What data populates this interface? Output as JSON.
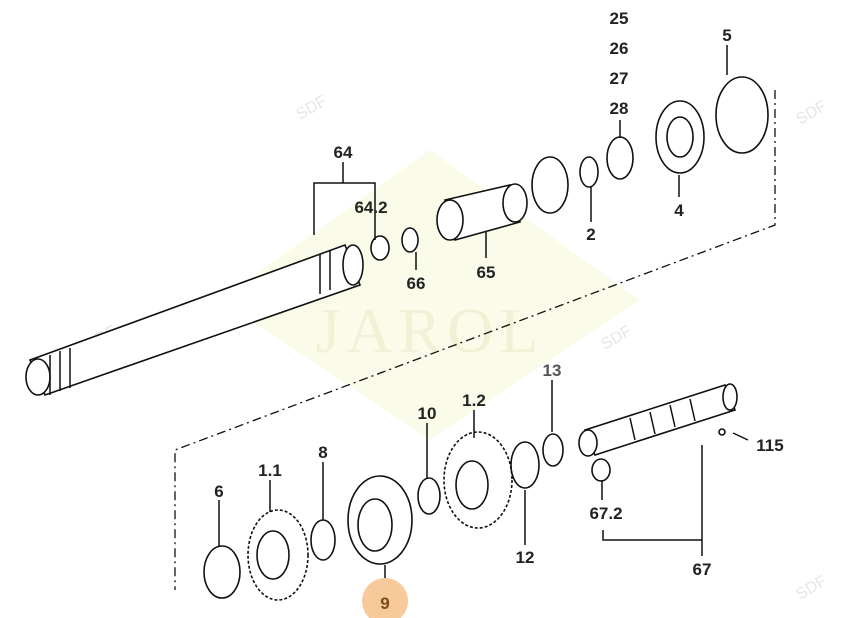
{
  "watermark": {
    "text": "JAROL",
    "logo_text": "SDF"
  },
  "labels": {
    "l25": "25",
    "l26": "26",
    "l27": "27",
    "l28": "28",
    "l5": "5",
    "l64": "64",
    "l64_2": "64.2",
    "l66": "66",
    "l65": "65",
    "l2": "2",
    "l4": "4",
    "l13": "13",
    "l1_2": "1.2",
    "l10": "10",
    "l8": "8",
    "l1_1": "1.1",
    "l6": "6",
    "l115": "115",
    "l67_2": "67.2",
    "l12": "12",
    "l67": "67",
    "l9": "9"
  },
  "highlight": {
    "label": "9",
    "color": "#f8c99a"
  }
}
